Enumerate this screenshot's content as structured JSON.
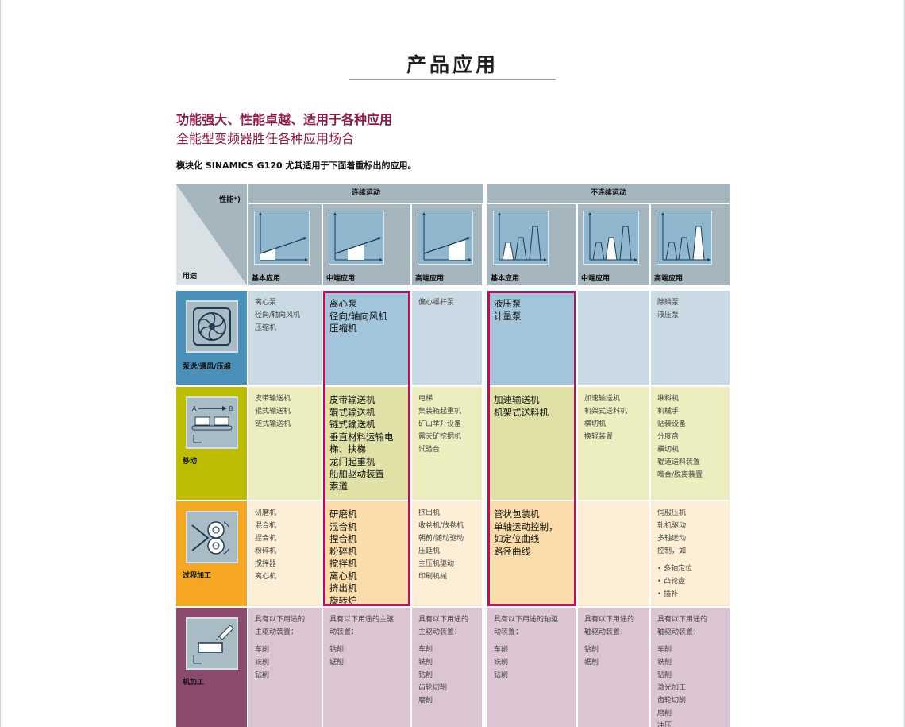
{
  "page": {
    "title": "产品应用",
    "headline_1": "功能强大、性能卓越、适用于各种应用",
    "headline_2": "全能型变频器胜任各种应用场合",
    "intro": "模块化 SINAMICS G120 尤其适用于下面着重标出的应用。"
  },
  "table": {
    "corner": {
      "top": "性能*)",
      "bottom": "用途"
    },
    "groups": [
      "连续运动",
      "不连续运动"
    ],
    "columns": [
      "基本应用",
      "中端应用",
      "高端应用",
      "基本应用",
      "中端应用",
      "高端应用"
    ],
    "rows": [
      {
        "label": "泵送/通风/压缩",
        "icon": "fan-icon",
        "color": "#4a90b8",
        "cells": [
          [
            "离心泵",
            "径向/轴向风机",
            "压缩机"
          ],
          [
            "离心泵",
            "径向/轴向风机",
            "压缩机"
          ],
          [
            "偏心螺杆泵"
          ],
          [
            "液压泵",
            "计量泵"
          ],
          [],
          [
            "除鳞泵",
            "液压泵"
          ]
        ]
      },
      {
        "label": "移动",
        "icon": "conveyor-icon",
        "color": "#bcbd00",
        "cells": [
          [
            "皮带输送机",
            "辊式输送机",
            "链式输送机"
          ],
          [
            "皮带输送机",
            "辊式输送机",
            "链式输送机",
            "垂直材料运输电",
            "梯、扶梯",
            "龙门起重机",
            "船舶驱动装置",
            "索道"
          ],
          [
            "电梯",
            "集装箱起重机",
            "矿山举升设备",
            "露天矿挖掘机",
            "试验台"
          ],
          [
            "加速输送机",
            "机架式送料机"
          ],
          [
            "加速输送机",
            "机架式送料机",
            "横切机",
            "换辊装置"
          ],
          [
            "堆料机",
            "机械手",
            "贴装设备",
            "分度盘",
            "横切机",
            "辊道送料装置",
            "啮合/脱离装置"
          ]
        ]
      },
      {
        "label": "过程加工",
        "icon": "rollers-icon",
        "color": "#f5a623",
        "cells": [
          [
            "研磨机",
            "混合机",
            "捏合机",
            "粉碎机",
            "搅拌器",
            "离心机"
          ],
          [
            "研磨机",
            "混合机",
            "捏合机",
            "粉碎机",
            "搅拌机",
            "离心机",
            "挤出机",
            "旋转炉"
          ],
          [
            "挤出机",
            "收卷机/放卷机",
            "朝前/随动驱动",
            "压延机",
            "主压机驱动",
            "印刷机械"
          ],
          [
            "管状包装机",
            "单轴运动控制，",
            "如定位曲线",
            "路径曲线"
          ],
          [],
          [
            "伺服压机",
            "轧机驱动",
            "多轴运动",
            "控制，如",
            "",
            "• 多轴定位",
            "• 凸轮盘",
            "• 插补"
          ]
        ]
      },
      {
        "label": "机加工",
        "icon": "machining-icon",
        "color": "#8c4b6e",
        "cells": [
          [
            "具有以下用途的",
            "主驱动装置：",
            "",
            "车削",
            "铣削",
            "钻削"
          ],
          [
            "具有以下用途的主驱",
            "动装置：",
            "",
            "钻削",
            "锯削"
          ],
          [
            "具有以下用途的",
            "主驱动装置：",
            "",
            "车削",
            "铣削",
            "钻削",
            "齿轮切削",
            "磨削"
          ],
          [
            "具有以下用途的轴驱",
            "动装置：",
            "",
            "车削",
            "铣削",
            "钻削"
          ],
          [
            "具有以下用途的",
            "轴驱动装置：",
            "",
            "钻削",
            "锯削"
          ],
          [
            "具有以下用途的",
            "轴驱动装置：",
            "",
            "车削",
            "铣削",
            "钻削",
            "激光加工",
            "齿轮切削",
            "磨削",
            "冲压"
          ]
        ]
      }
    ],
    "highlight_color": "#b5125a"
  }
}
